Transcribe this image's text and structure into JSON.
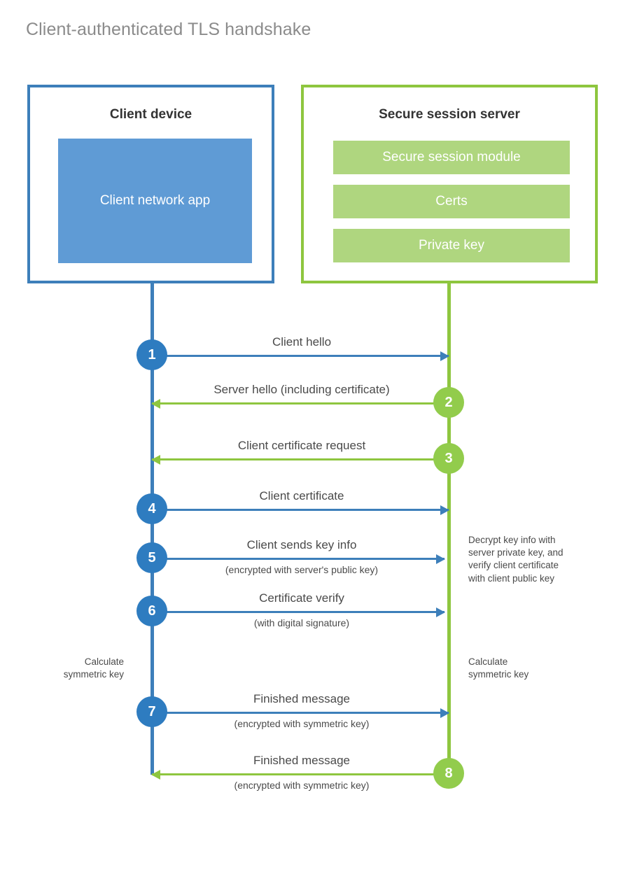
{
  "title": "Client-authenticated TLS handshake",
  "colors": {
    "client_accent": "#3d7fba",
    "client_block": "#5f9bd5",
    "client_badge": "#2e7cc0",
    "server_accent": "#8ec63f",
    "server_block": "#afd67f",
    "server_badge": "#92cc4c",
    "text": "#4a4a4a",
    "title_text": "#8b8b8b",
    "background": "#ffffff"
  },
  "client": {
    "title": "Client device",
    "app_label": "Client network app"
  },
  "server": {
    "title": "Secure session server",
    "blocks": [
      {
        "label": "Secure session module"
      },
      {
        "label": "Certs"
      },
      {
        "label": "Private key"
      }
    ]
  },
  "steps": [
    {
      "number": "1",
      "label": "Client hello",
      "sublabel": "",
      "direction": "client-to-server",
      "color": "blue"
    },
    {
      "number": "2",
      "label": "Server hello (including certificate)",
      "sublabel": "",
      "direction": "server-to-client",
      "color": "green"
    },
    {
      "number": "3",
      "label": "Client certificate request",
      "sublabel": "",
      "direction": "server-to-client",
      "color": "green"
    },
    {
      "number": "4",
      "label": "Client certificate",
      "sublabel": "",
      "direction": "client-to-server",
      "color": "blue"
    },
    {
      "number": "5",
      "label": "Client sends key info",
      "sublabel": "(encrypted with server's public key)",
      "direction": "client-to-server",
      "color": "blue"
    },
    {
      "number": "6",
      "label": "Certificate verify",
      "sublabel": "(with digital signature)",
      "direction": "client-to-server",
      "color": "blue"
    },
    {
      "number": "7",
      "label": "Finished message",
      "sublabel": "(encrypted with symmetric key)",
      "direction": "client-to-server",
      "color": "blue"
    },
    {
      "number": "8",
      "label": "Finished message",
      "sublabel": "(encrypted with symmetric key)",
      "direction": "server-to-client",
      "color": "green"
    }
  ],
  "notes": {
    "server_decrypt": "Decrypt key info with\nserver private key, and\nverify client certificate\nwith client public key",
    "client_calculate": "Calculate\nsymmetric key",
    "server_calculate": "Calculate\nsymmetric key"
  }
}
